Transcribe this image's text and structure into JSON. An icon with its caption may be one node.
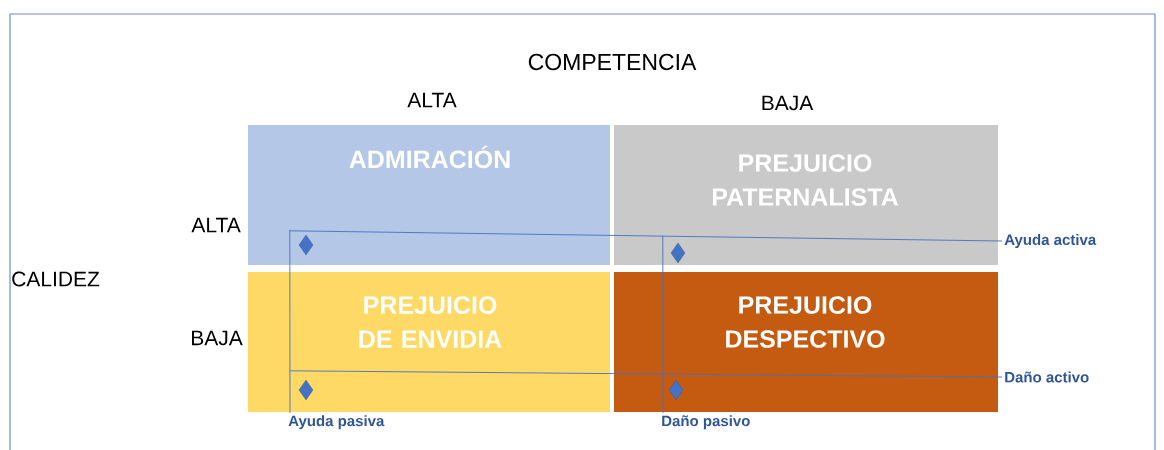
{
  "diagram": {
    "nodes": [
      {
        "text": [
          "ADMIRACIÓN"
        ]
      },
      {
        "text": [
          "PREJUICIO PATERNALISTA"
        ]
      },
      {
        "text": [
          "PREJUICIO DE ENVIDIA"
        ]
      },
      {
        "text": [
          "PREJUICIO DESPECTIVO"
        ]
      },
      {
        "text": [
          "Ayuda activa"
        ]
      },
      {
        "text": [
          "Daño activo"
        ]
      },
      {
        "text": [
          "Ayuda pasiva"
        ]
      },
      {
        "text": [
          "Daño pasivo"
        ]
      }
    ],
    "edges": [
      {
        "from": 4,
        "to": 0,
        "arrow": "none"
      },
      {
        "from": 5,
        "to": 2,
        "arrow": "none"
      },
      {
        "from": 6,
        "to": 0,
        "arrow": "none"
      },
      {
        "from": 7,
        "to": 1,
        "arrow": "none"
      }
    ],
    "labels": [
      "COMPETENCIA",
      "ALTA",
      "BAJA",
      "ALTA",
      "CALIDEZ",
      "BAJA"
    ]
  }
}
